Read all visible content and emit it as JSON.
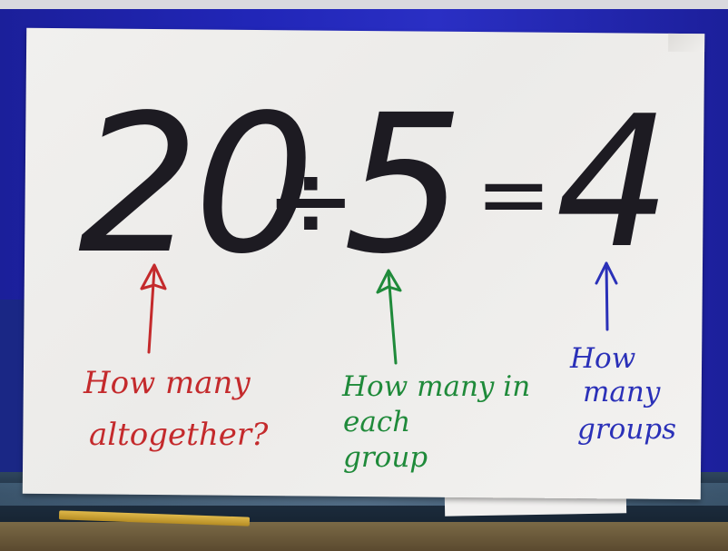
{
  "equation": {
    "dividend": "20",
    "divide_sign": "÷",
    "divisor": "5",
    "equals_sign": "=",
    "quotient": "4"
  },
  "labels": {
    "dividend": [
      "How many",
      "altogether?"
    ],
    "divisor": [
      "How many in",
      "each",
      "group"
    ],
    "quotient": [
      "How",
      "many",
      "groups"
    ]
  },
  "colors": {
    "equation_ink": "#1d1b22",
    "dividend_label": "#c42a2c",
    "divisor_label": "#1f8a3a",
    "quotient_label": "#2a30b8"
  }
}
